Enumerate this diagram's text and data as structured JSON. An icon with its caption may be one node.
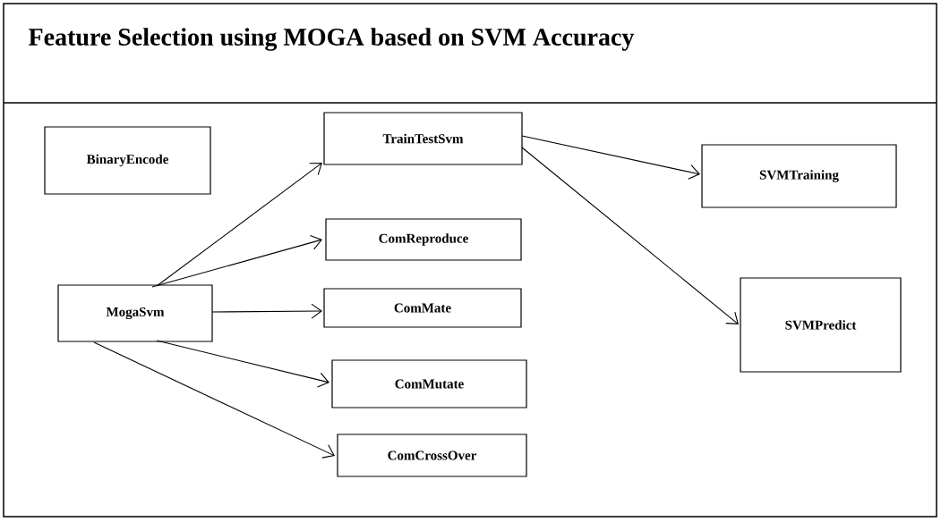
{
  "diagram": {
    "title": "Feature Selection using MOGA based on SVM Accuracy",
    "nodes": [
      {
        "text": [
          "BinaryEncode"
        ]
      },
      {
        "text": [
          "TrainTestSvm"
        ]
      },
      {
        "text": [
          "SVMTraining"
        ]
      },
      {
        "text": [
          "ComReproduce"
        ]
      },
      {
        "text": [
          "MogaSvm"
        ]
      },
      {
        "text": [
          "ComMate"
        ]
      },
      {
        "text": [
          "SVMPredict"
        ]
      },
      {
        "text": [
          "ComMutate"
        ]
      },
      {
        "text": [
          "ComCrossOver"
        ]
      }
    ],
    "edges": [
      {
        "from": 4,
        "to": 1,
        "arrow": "to"
      },
      {
        "from": 4,
        "to": 3,
        "arrow": "to"
      },
      {
        "from": 4,
        "to": 5,
        "arrow": "to"
      },
      {
        "from": 4,
        "to": 7,
        "arrow": "to"
      },
      {
        "from": 4,
        "to": 8,
        "arrow": "to"
      },
      {
        "from": 1,
        "to": 2,
        "arrow": "to"
      },
      {
        "from": 1,
        "to": 6,
        "arrow": "to"
      }
    ]
  }
}
